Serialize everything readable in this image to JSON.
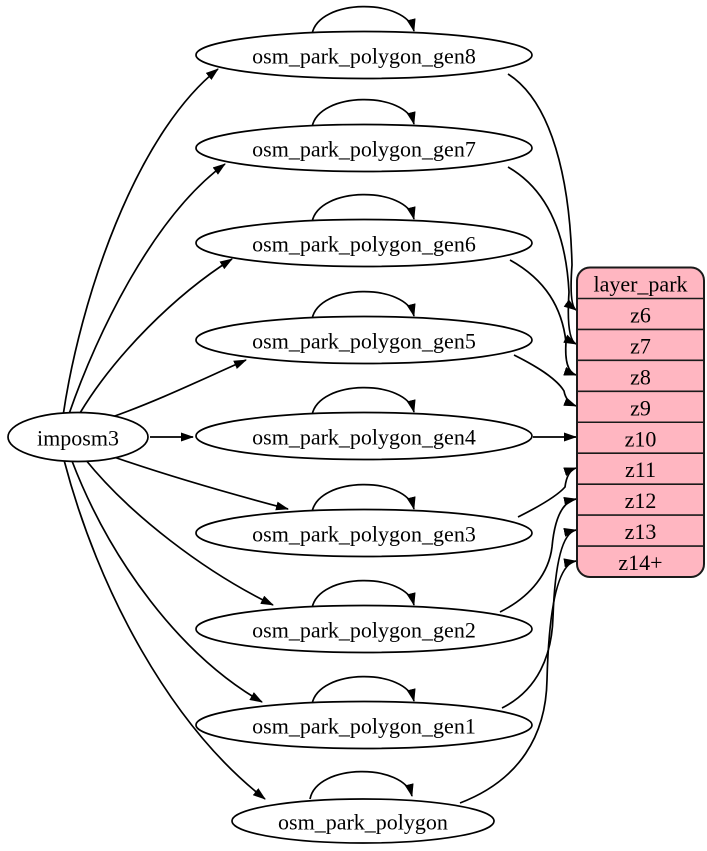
{
  "graph": {
    "source": {
      "label": "imposm3"
    },
    "nodes": [
      {
        "label": "osm_park_polygon_gen8"
      },
      {
        "label": "osm_park_polygon_gen7"
      },
      {
        "label": "osm_park_polygon_gen6"
      },
      {
        "label": "osm_park_polygon_gen5"
      },
      {
        "label": "osm_park_polygon_gen4"
      },
      {
        "label": "osm_park_polygon_gen3"
      },
      {
        "label": "osm_park_polygon_gen2"
      },
      {
        "label": "osm_park_polygon_gen1"
      },
      {
        "label": "osm_park_polygon"
      }
    ],
    "layer_table": {
      "header": "layer_park",
      "rows": [
        {
          "label": "z6"
        },
        {
          "label": "z7"
        },
        {
          "label": "z8"
        },
        {
          "label": "z9"
        },
        {
          "label": "z10"
        },
        {
          "label": "z11"
        },
        {
          "label": "z12"
        },
        {
          "label": "z13"
        },
        {
          "label": "z14+"
        }
      ]
    },
    "edges": [
      {
        "from": "imposm3",
        "to": "osm_park_polygon_gen8"
      },
      {
        "from": "imposm3",
        "to": "osm_park_polygon_gen7"
      },
      {
        "from": "imposm3",
        "to": "osm_park_polygon_gen6"
      },
      {
        "from": "imposm3",
        "to": "osm_park_polygon_gen5"
      },
      {
        "from": "imposm3",
        "to": "osm_park_polygon_gen4"
      },
      {
        "from": "imposm3",
        "to": "osm_park_polygon_gen3"
      },
      {
        "from": "imposm3",
        "to": "osm_park_polygon_gen2"
      },
      {
        "from": "imposm3",
        "to": "osm_park_polygon_gen1"
      },
      {
        "from": "imposm3",
        "to": "osm_park_polygon"
      },
      {
        "from": "osm_park_polygon_gen8",
        "to": "osm_park_polygon_gen8"
      },
      {
        "from": "osm_park_polygon_gen7",
        "to": "osm_park_polygon_gen7"
      },
      {
        "from": "osm_park_polygon_gen6",
        "to": "osm_park_polygon_gen6"
      },
      {
        "from": "osm_park_polygon_gen5",
        "to": "osm_park_polygon_gen5"
      },
      {
        "from": "osm_park_polygon_gen4",
        "to": "osm_park_polygon_gen4"
      },
      {
        "from": "osm_park_polygon_gen3",
        "to": "osm_park_polygon_gen3"
      },
      {
        "from": "osm_park_polygon_gen2",
        "to": "osm_park_polygon_gen2"
      },
      {
        "from": "osm_park_polygon_gen1",
        "to": "osm_park_polygon_gen1"
      },
      {
        "from": "osm_park_polygon",
        "to": "osm_park_polygon"
      },
      {
        "from": "osm_park_polygon_gen8",
        "to": "layer_park.z6"
      },
      {
        "from": "osm_park_polygon_gen7",
        "to": "layer_park.z7"
      },
      {
        "from": "osm_park_polygon_gen6",
        "to": "layer_park.z8"
      },
      {
        "from": "osm_park_polygon_gen5",
        "to": "layer_park.z9"
      },
      {
        "from": "osm_park_polygon_gen4",
        "to": "layer_park.z10"
      },
      {
        "from": "osm_park_polygon_gen3",
        "to": "layer_park.z11"
      },
      {
        "from": "osm_park_polygon_gen2",
        "to": "layer_park.z12"
      },
      {
        "from": "osm_park_polygon_gen1",
        "to": "layer_park.z13"
      },
      {
        "from": "osm_park_polygon",
        "to": "layer_park.z14+"
      }
    ],
    "colors": {
      "table_fill": "#ffb6c1",
      "node_fill": "#ffffff",
      "stroke": "#000000"
    }
  }
}
